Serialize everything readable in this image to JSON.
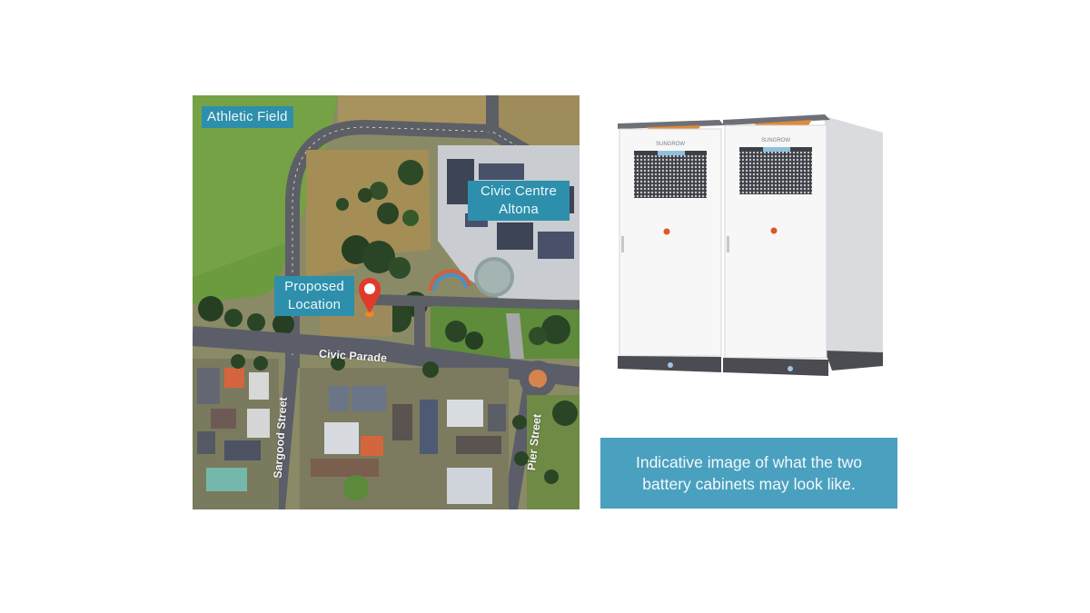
{
  "map": {
    "labels": {
      "athletic_field": "Athletic Field",
      "civic_centre_line1": "Civic Centre",
      "civic_centre_line2": "Altona",
      "proposed_line1": "Proposed",
      "proposed_line2": "Location"
    },
    "streets": {
      "civic_parade": "Civic Parade",
      "sargood_street": "Sargood Street",
      "pier_street": "Pier Street"
    },
    "colors": {
      "label_bg": "#2d8fab",
      "pin": "#e03a2a",
      "pin_base": "#f08a1c"
    }
  },
  "product_image": {
    "brand_text": "SUNGROW",
    "cabinet_count": 2,
    "accent_color": "#e08a3a"
  },
  "caption": {
    "text": "Indicative image of what the two battery cabinets may look like.",
    "bg_color": "#4aa0bf"
  }
}
